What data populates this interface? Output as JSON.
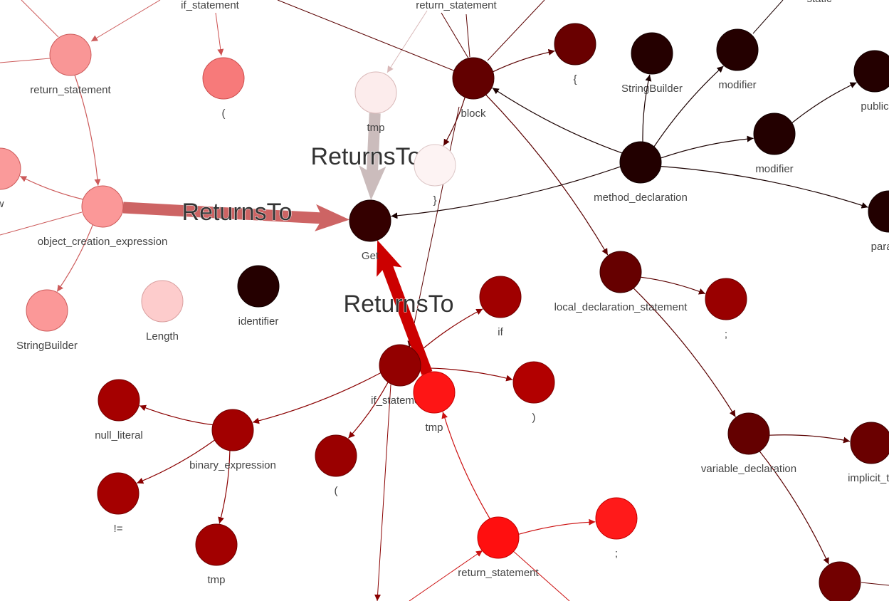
{
  "colors": {
    "label_text": "#444444",
    "edge_label_text": "#333333"
  },
  "nodes": [
    {
      "id": "rs_tl",
      "label": "return_statement",
      "color": "#f99696",
      "stroke": "#cc5a5a"
    },
    {
      "id": "paren_top",
      "label": "(",
      "color": "#f77a7a",
      "stroke": "#cc4f4f"
    },
    {
      "id": "tmp_top",
      "label": "tmp",
      "color": "#fcecec",
      "stroke": "#d9b8b8"
    },
    {
      "id": "block",
      "label": "block",
      "color": "#620000",
      "stroke": "#3d0000"
    },
    {
      "id": "lbrace",
      "label": "{",
      "color": "#690000",
      "stroke": "#3d0000"
    },
    {
      "id": "sb_top",
      "label": "StringBuilder",
      "color": "#250000",
      "stroke": "#120000"
    },
    {
      "id": "mod1",
      "label": "modifier",
      "color": "#240000",
      "stroke": "#120000"
    },
    {
      "id": "public",
      "label": "public",
      "color": "#240000",
      "stroke": "#120000"
    },
    {
      "id": "rbrace",
      "label": "}",
      "color": "#fdf3f3",
      "stroke": "#dcc6c6"
    },
    {
      "id": "method",
      "label": "method_declaration",
      "color": "#220000",
      "stroke": "#100000"
    },
    {
      "id": "mod2",
      "label": "modifier",
      "color": "#230000",
      "stroke": "#100000"
    },
    {
      "id": "param",
      "label": "parame",
      "color": "#220000",
      "stroke": "#100000"
    },
    {
      "id": "left_w",
      "label": "w",
      "color": "#fa9a9a",
      "stroke": "#cc5a5a"
    },
    {
      "id": "oce",
      "label": "object_creation_expression",
      "color": "#fb9898",
      "stroke": "#cc5a5a"
    },
    {
      "id": "get",
      "label": "Get",
      "color": "#340000",
      "stroke": "#1a0000"
    },
    {
      "id": "lds",
      "label": "local_declaration_statement",
      "color": "#660000",
      "stroke": "#3d0000"
    },
    {
      "id": "semi1",
      "label": ";",
      "color": "#990000",
      "stroke": "#6a0000"
    },
    {
      "id": "sb_left",
      "label": "StringBuilder",
      "color": "#fb9898",
      "stroke": "#cc5a5a"
    },
    {
      "id": "length",
      "label": "Length",
      "color": "#fdcccc",
      "stroke": "#d99f9f"
    },
    {
      "id": "ident",
      "label": "identifier",
      "color": "#250000",
      "stroke": "#120000"
    },
    {
      "id": "if_kw",
      "label": "if",
      "color": "#a00000",
      "stroke": "#700000"
    },
    {
      "id": "if_stmt",
      "label": "if_statement",
      "color": "#930000",
      "stroke": "#650000"
    },
    {
      "id": "tmp_mid",
      "label": "tmp",
      "color": "#fe1515",
      "stroke": "#c20000"
    },
    {
      "id": "rparen",
      "label": ")",
      "color": "#b20000",
      "stroke": "#800000"
    },
    {
      "id": "null_lit",
      "label": "null_literal",
      "color": "#a50000",
      "stroke": "#730000"
    },
    {
      "id": "binexp",
      "label": "binary_expression",
      "color": "#a20000",
      "stroke": "#700000"
    },
    {
      "id": "lparen",
      "label": "(",
      "color": "#9a0000",
      "stroke": "#6a0000"
    },
    {
      "id": "neq",
      "label": "!=",
      "color": "#a50000",
      "stroke": "#730000"
    },
    {
      "id": "tmp_bot",
      "label": "tmp",
      "color": "#a20000",
      "stroke": "#700000"
    },
    {
      "id": "rs_bot",
      "label": "return_statement",
      "color": "#ff0f0f",
      "stroke": "#c20000"
    },
    {
      "id": "semi2",
      "label": ";",
      "color": "#ff1a1a",
      "stroke": "#c20000"
    },
    {
      "id": "var_decl",
      "label": "variable_declaration",
      "color": "#640000",
      "stroke": "#3d0000"
    },
    {
      "id": "implicit",
      "label": "implicit_ty",
      "color": "#6a0000",
      "stroke": "#3d0000"
    },
    {
      "id": "vd_child",
      "label": "",
      "color": "#720000",
      "stroke": "#450000"
    }
  ],
  "partial_labels": [
    {
      "id": "if_statement_top",
      "text": "if_statement"
    },
    {
      "id": "return_statement_top",
      "text": "return_statement"
    },
    {
      "id": "static_top",
      "text": "static"
    }
  ],
  "edges": [
    {
      "from": "rs_tl",
      "to": "oce",
      "color": "#cc5a5a"
    },
    {
      "from": "oce",
      "to": "left_w",
      "color": "#cc5a5a"
    },
    {
      "from": "oce",
      "to": "sb_left",
      "color": "#cc5a5a"
    },
    {
      "from": "block",
      "to": "lbrace",
      "color": "#5a0000"
    },
    {
      "from": "block",
      "to": "rbrace",
      "color": "#5a0000"
    },
    {
      "from": "block",
      "to": "lds",
      "color": "#5a0000"
    },
    {
      "from": "method",
      "to": "block",
      "color": "#1a0000"
    },
    {
      "from": "method",
      "to": "sb_top",
      "color": "#1a0000"
    },
    {
      "from": "method",
      "to": "mod1",
      "color": "#1a0000"
    },
    {
      "from": "method",
      "to": "mod2",
      "color": "#1a0000"
    },
    {
      "from": "method",
      "to": "param",
      "color": "#1a0000"
    },
    {
      "from": "method",
      "to": "get",
      "color": "#1a0000"
    },
    {
      "from": "mod2",
      "to": "public",
      "color": "#1a0000"
    },
    {
      "from": "lds",
      "to": "semi1",
      "color": "#5a0000"
    },
    {
      "from": "lds",
      "to": "var_decl",
      "color": "#5a0000"
    },
    {
      "from": "var_decl",
      "to": "implicit",
      "color": "#5a0000"
    },
    {
      "from": "var_decl",
      "to": "vd_child",
      "color": "#5a0000"
    },
    {
      "from": "if_stmt",
      "to": "if_kw",
      "color": "#8a0000"
    },
    {
      "from": "if_stmt",
      "to": "rparen",
      "color": "#8a0000"
    },
    {
      "from": "if_stmt",
      "to": "binexp",
      "color": "#8a0000"
    },
    {
      "from": "if_stmt",
      "to": "lparen",
      "color": "#8a0000"
    },
    {
      "from": "binexp",
      "to": "null_lit",
      "color": "#8a0000"
    },
    {
      "from": "binexp",
      "to": "neq",
      "color": "#8a0000"
    },
    {
      "from": "binexp",
      "to": "tmp_bot",
      "color": "#8a0000"
    },
    {
      "from": "rs_bot",
      "to": "tmp_mid",
      "color": "#cc1010"
    },
    {
      "from": "rs_bot",
      "to": "semi2",
      "color": "#cc1010"
    }
  ],
  "returns_edges": [
    {
      "from": "oce",
      "to": "get",
      "label": "ReturnsTo",
      "color": "#cd6464"
    },
    {
      "from": "tmp_top",
      "to": "get",
      "label": "ReturnsTo",
      "color": "#cbbcbc"
    },
    {
      "from": "tmp_mid",
      "to": "get",
      "label": "ReturnsTo",
      "color": "#cc0000"
    }
  ]
}
